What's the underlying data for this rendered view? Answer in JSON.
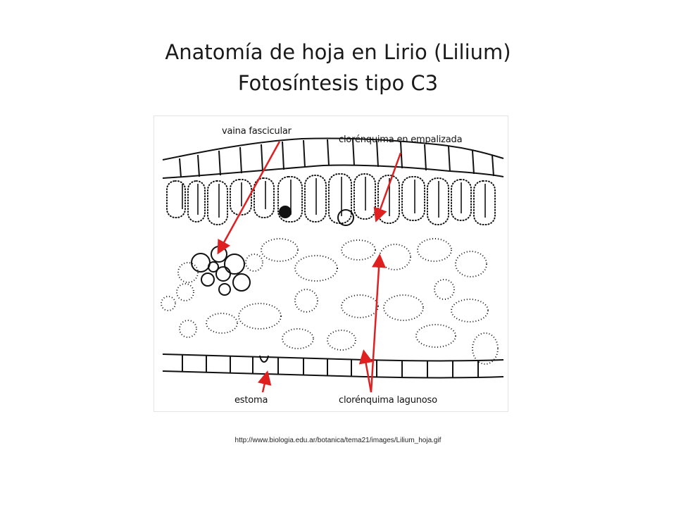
{
  "slide": {
    "title_line1": "Anatomía de hoja en Lirio (Lilium)",
    "title_line2": "Fotosíntesis tipo C3",
    "source_url": "http://www.biologia.edu.ar/botanica/tema21/images/Lilium_hoja.gif"
  },
  "diagram": {
    "labels": {
      "bundle_sheath": "vaina fascicular",
      "palisade": "clorénquima en empalizada",
      "stoma": "estoma",
      "spongy": "clorénquima lagunoso"
    },
    "arrow_color": "#e02020",
    "line_color": "#111111"
  }
}
